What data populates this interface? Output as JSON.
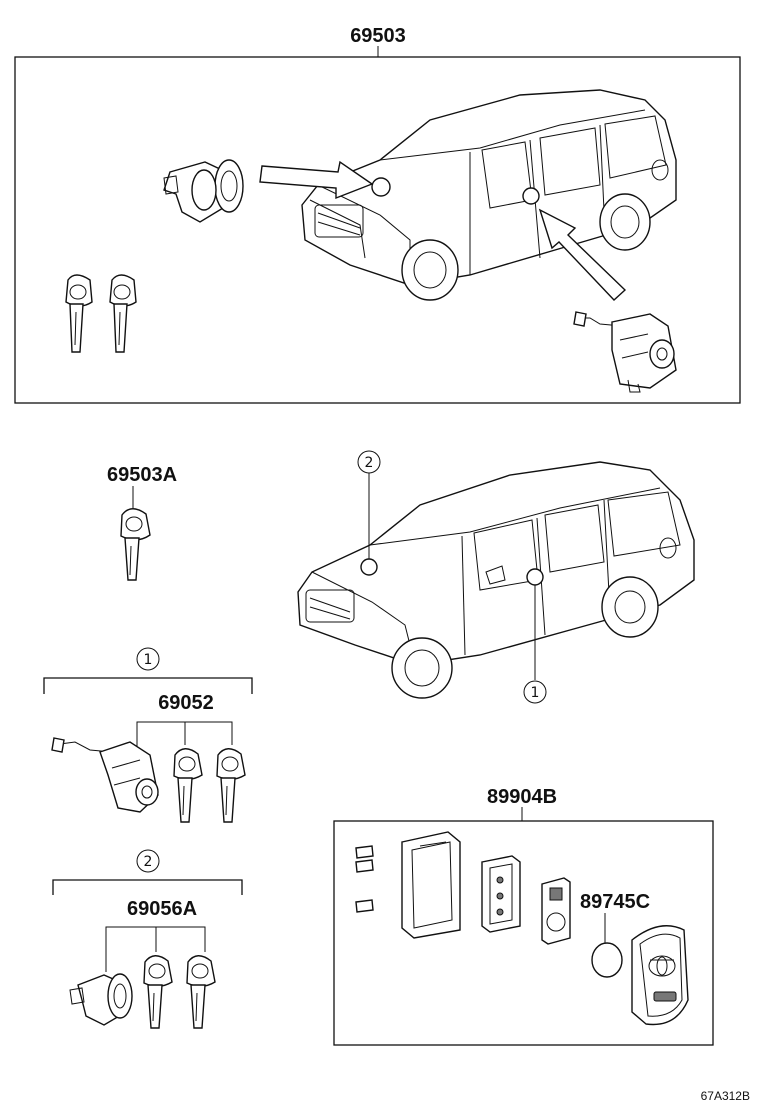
{
  "parts": {
    "lock_set": "69503",
    "key_blank": "69503A",
    "door_cylinder_set": "69052",
    "hood_cylinder_set": "69056A",
    "smart_key_case": "89904B",
    "battery": "89745C"
  },
  "callouts": {
    "one": "1",
    "two": "2"
  },
  "reference": "67A312B"
}
